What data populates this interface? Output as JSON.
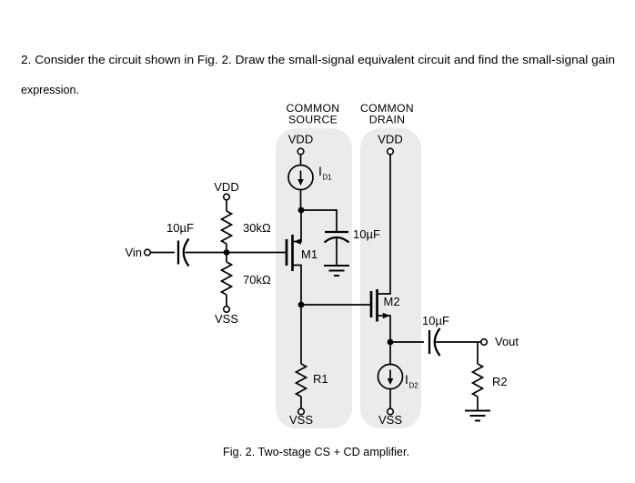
{
  "problem": {
    "text_line1": "2. Consider the circuit shown in Fig. 2.  Draw the small-signal equivalent circuit and find the small-signal gain",
    "text_line2": "expression."
  },
  "figure": {
    "caption": "Fig. 2. Two-stage CS + CD amplifier.",
    "stage1": {
      "header_line1": "COMMON",
      "header_line2": "SOURCE"
    },
    "stage2": {
      "header_line1": "COMMON",
      "header_line2": "DRAIN"
    },
    "nets": {
      "vin": "Vin",
      "vout": "Vout",
      "vdd": "VDD",
      "vss": "VSS"
    },
    "components": {
      "c_in": "10µF",
      "c_bypass": "10µF",
      "c_out": "10µF",
      "r_bias_top": "30kΩ",
      "r_bias_bottom": "70kΩ",
      "r1": "R1",
      "r2": "R2",
      "m1": "M1",
      "m2": "M2",
      "i_d1": {
        "symbol": "I",
        "sub": "D1"
      },
      "i_d2": {
        "symbol": "I",
        "sub": "D2"
      }
    },
    "colors": {
      "page_background": "#ffffff",
      "line": "#000000",
      "stage_background": "#ebebeb",
      "stage_header_text": "#8c8c8c",
      "text": "#000000"
    }
  }
}
